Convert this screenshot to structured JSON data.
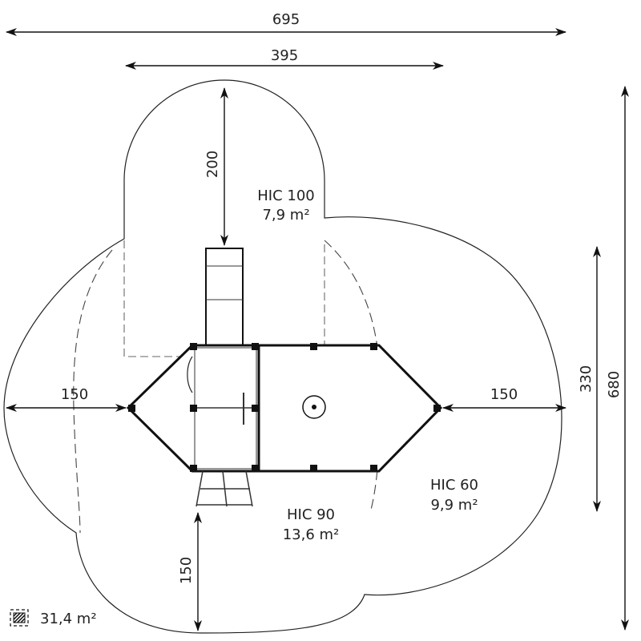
{
  "dimensions": {
    "total_width": "695",
    "slide_zone_width": "395",
    "slide_zone_depth": "200",
    "left_clearance": "150",
    "right_clearance": "150",
    "structure_depth": "330",
    "total_depth": "680",
    "bottom_clearance": "150"
  },
  "zones": [
    {
      "hic": "HIC 100",
      "area": "7,9 m²"
    },
    {
      "hic": "HIC 60",
      "area": "9,9 m²"
    },
    {
      "hic": "HIC 90",
      "area": "13,6 m²"
    }
  ],
  "legend": {
    "icon": "hatched-square-icon",
    "total_area": "31,4 m²"
  }
}
